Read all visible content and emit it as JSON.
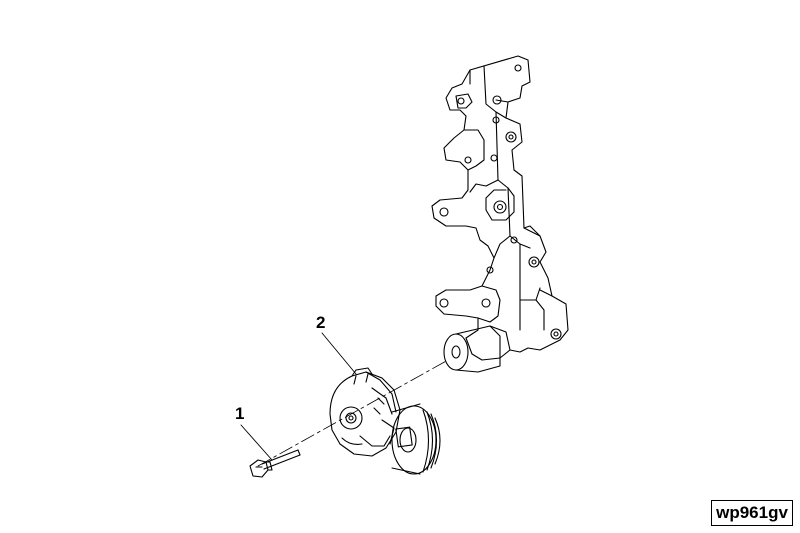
{
  "callouts": [
    {
      "number": "1",
      "part": "bolt"
    },
    {
      "number": "2",
      "part": "belt-tensioner"
    }
  ],
  "reference_code": "wp961gv",
  "colors": {
    "line": "#000000",
    "background": "#ffffff"
  }
}
